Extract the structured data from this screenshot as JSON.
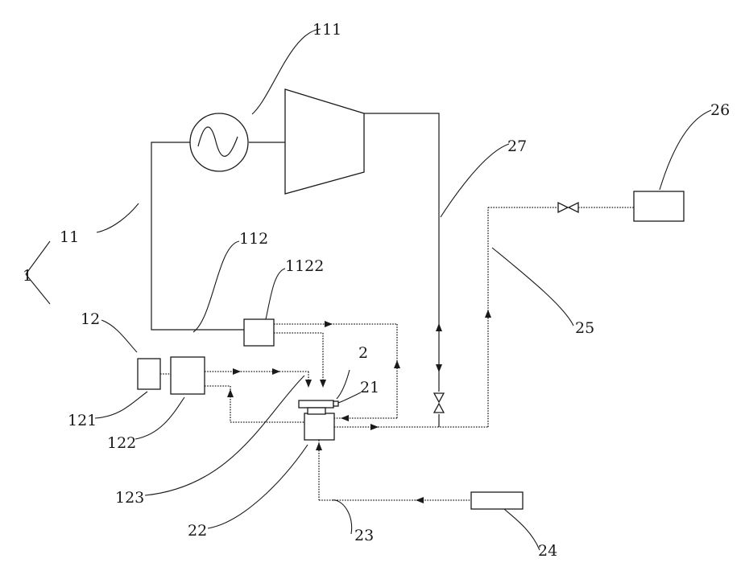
{
  "labels": {
    "l1": "1",
    "l11": "11",
    "l12": "12",
    "l111": "111",
    "l112": "112",
    "l1122": "1122",
    "l121": "121",
    "l122": "122",
    "l123": "123",
    "l2": "2",
    "l21": "21",
    "l22": "22",
    "l23": "23",
    "l24": "24",
    "l25": "25",
    "l26": "26",
    "l27": "27"
  },
  "colors": {
    "stroke": "#1a1a1a",
    "background": "#ffffff"
  },
  "icons": {
    "generator": "ac-generator-sine-icon",
    "turbine": "turbine-trapezoid-icon",
    "valves": "bowtie-valve-icon"
  }
}
